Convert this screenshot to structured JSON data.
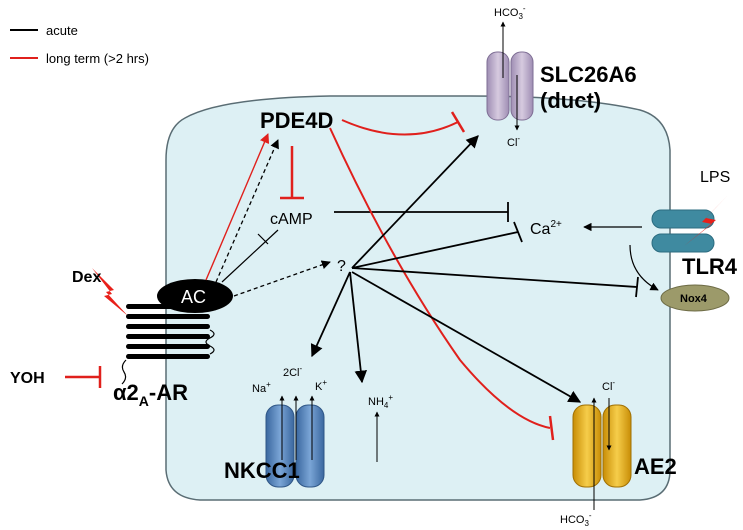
{
  "legend": {
    "acute": {
      "label": "acute",
      "color": "#000000"
    },
    "long_term": {
      "label": "long term (>2 hrs)",
      "color": "#e0201c"
    }
  },
  "cell": {
    "fill": "#ddf0f4",
    "stroke": "#5a6d74"
  },
  "nodes": {
    "pde4d": "PDE4D",
    "camp": "cAMP",
    "ac": "AC",
    "unknown": "?",
    "ca": "Ca",
    "ca_sup": "2+",
    "dex": "Dex",
    "yoh": "YOH",
    "receptor_alpha": "α2",
    "receptor_sub": "A",
    "receptor_rest": "-AR",
    "lps": "LPS",
    "tlr4": "TLR4",
    "nox4": "Nox4",
    "slc_line1": "SLC26A6",
    "slc_line2": "(duct)",
    "nkcc1": "NKCC1",
    "ae2": "AE2"
  },
  "ions": {
    "slc_top": "HCO",
    "slc_top_sub": "3",
    "slc_top_sup": "-",
    "slc_bottom": "Cl",
    "slc_bottom_sup": "-",
    "nkcc_na": "Na",
    "nkcc_na_sup": "+",
    "nkcc_cl": "2Cl",
    "nkcc_cl_sup": "-",
    "nkcc_k": "K",
    "nkcc_k_sup": "+",
    "nh4": "NH",
    "nh4_sub": "4",
    "nh4_sup": "+",
    "ae2_top": "Cl",
    "ae2_top_sup": "-",
    "ae2_bottom": "HCO",
    "ae2_bottom_sub": "3",
    "ae2_bottom_sup": "-"
  },
  "colors": {
    "slc": "#b9a8c9",
    "nkcc": "#4f7fbf",
    "ae2": "#e6ad17",
    "tlr4": "#3f8aa0",
    "nox4": "#9c9a6a",
    "lightning": "#e8201a"
  }
}
